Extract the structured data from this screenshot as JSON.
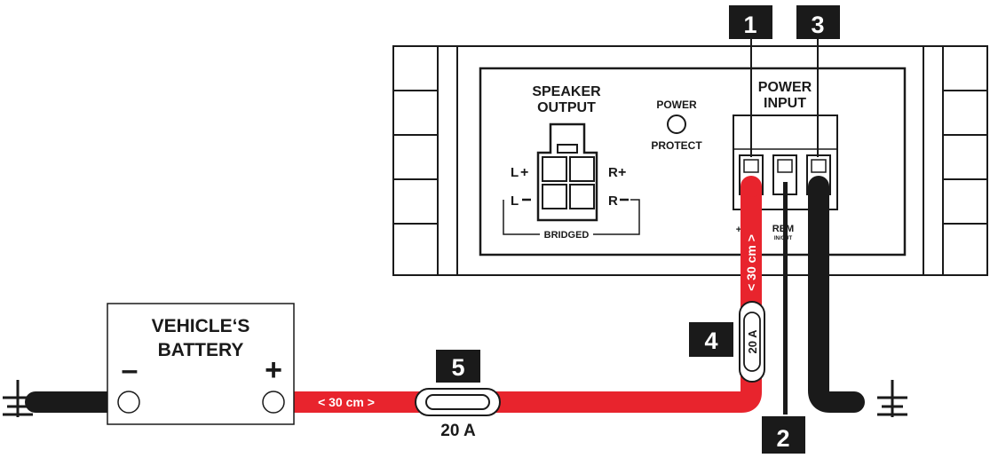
{
  "amplifier": {
    "speaker_output_line1": "SPEAKER",
    "speaker_output_line2": "OUTPUT",
    "left_plus": "L",
    "left_minus": "L",
    "right_plus": "R",
    "right_minus": "R",
    "bridged": "BRIDGED",
    "power_led_top": "POWER",
    "power_led_bottom": "PROTECT",
    "power_input_line1": "POWER",
    "power_input_line2": "INPUT",
    "terminal_plus": "+",
    "terminal_rem": "REM",
    "terminal_rem_sub": "IN/OUT"
  },
  "battery": {
    "line1": "VEHICLE‘S",
    "line2": "BATTERY",
    "minus": "–",
    "plus": "+"
  },
  "cables": {
    "horizontal_length": "< 30 cm >",
    "vertical_length": "< 30 cm >"
  },
  "fuses": {
    "main_rating": "20 A",
    "amp_rating": "20 A"
  },
  "callouts": {
    "c1": "1",
    "c2": "2",
    "c3": "3",
    "c4": "4",
    "c5": "5"
  },
  "colors": {
    "positive_cable": "#e8242d",
    "ground_cable": "#1a1a1a",
    "callout_bg": "#1a1a1a",
    "callout_text": "#ffffff"
  }
}
